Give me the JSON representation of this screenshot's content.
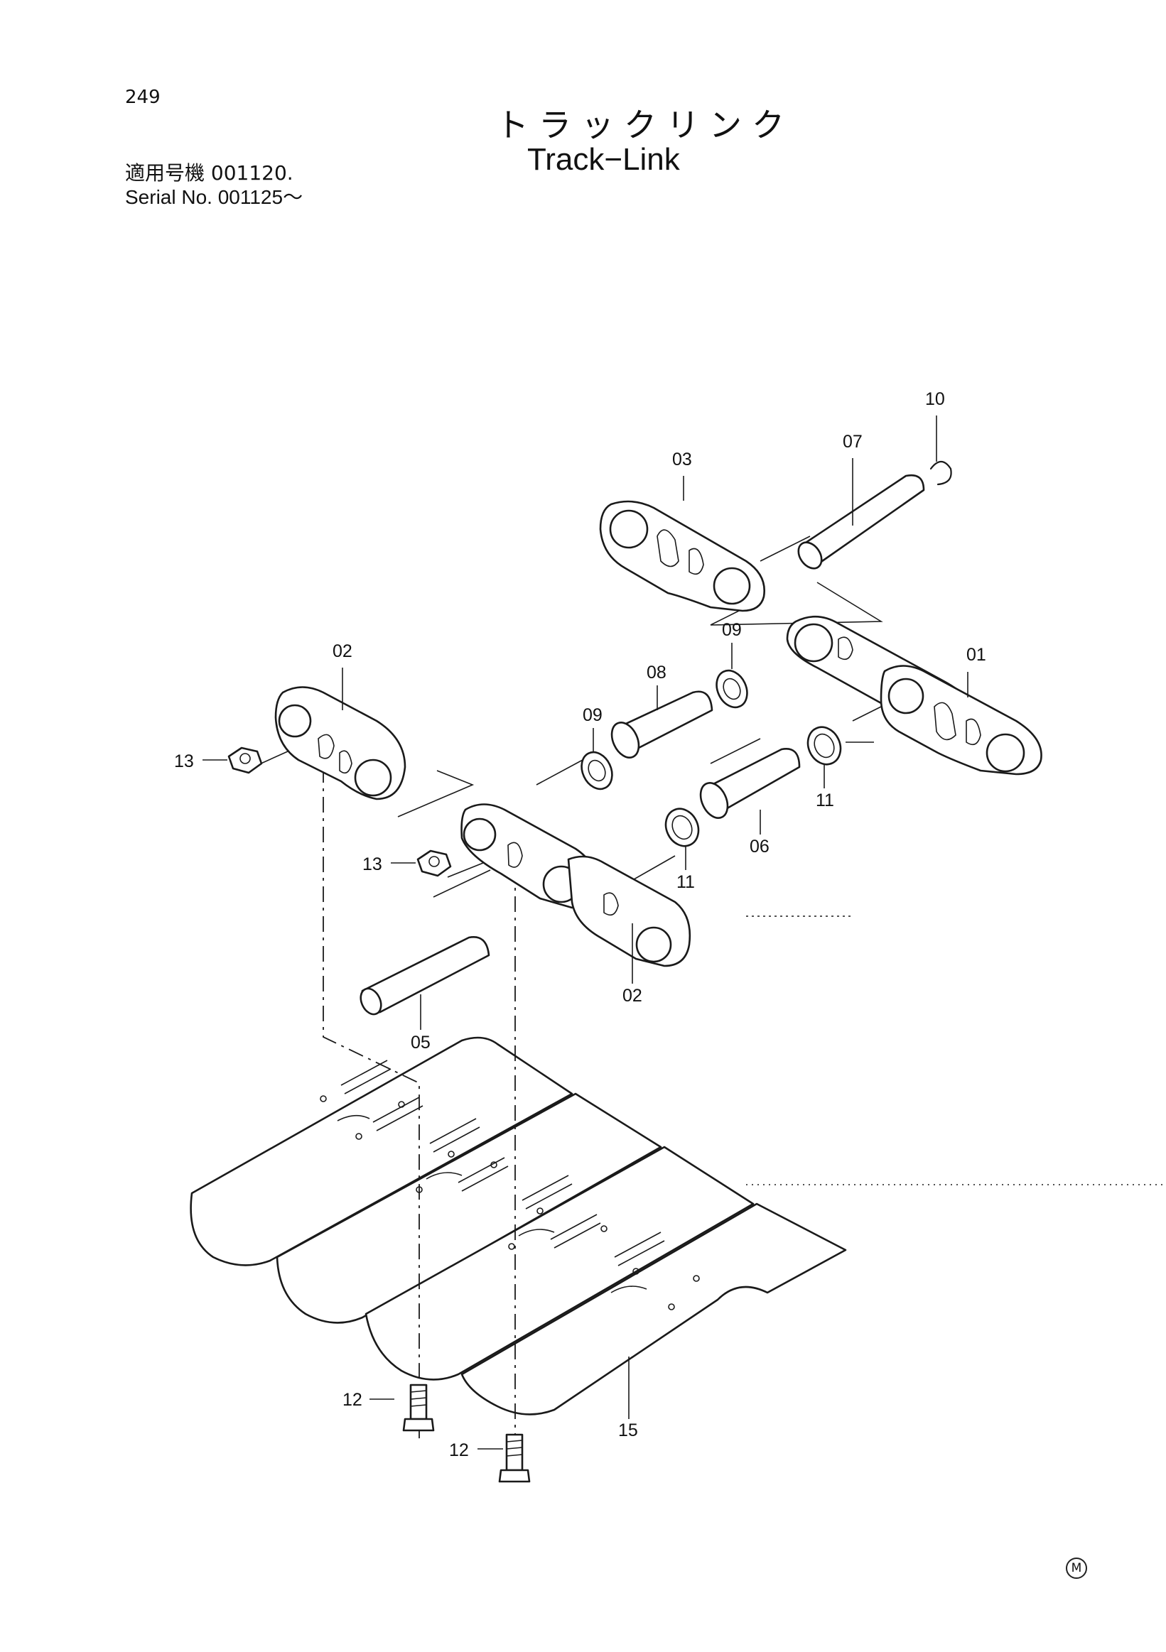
{
  "header": {
    "page_number": "249",
    "title_jp": "トラックリンク",
    "title_en": "Track−Link",
    "serial_jp": "適用号機  001120.",
    "serial_en": "Serial No.  001125～"
  },
  "callouts": [
    "01",
    "02",
    "02",
    "03",
    "05",
    "06",
    "07",
    "08",
    "09",
    "09",
    "10",
    "11",
    "11",
    "12",
    "12",
    "13",
    "13",
    "15"
  ],
  "footer": {
    "mark": "M"
  }
}
